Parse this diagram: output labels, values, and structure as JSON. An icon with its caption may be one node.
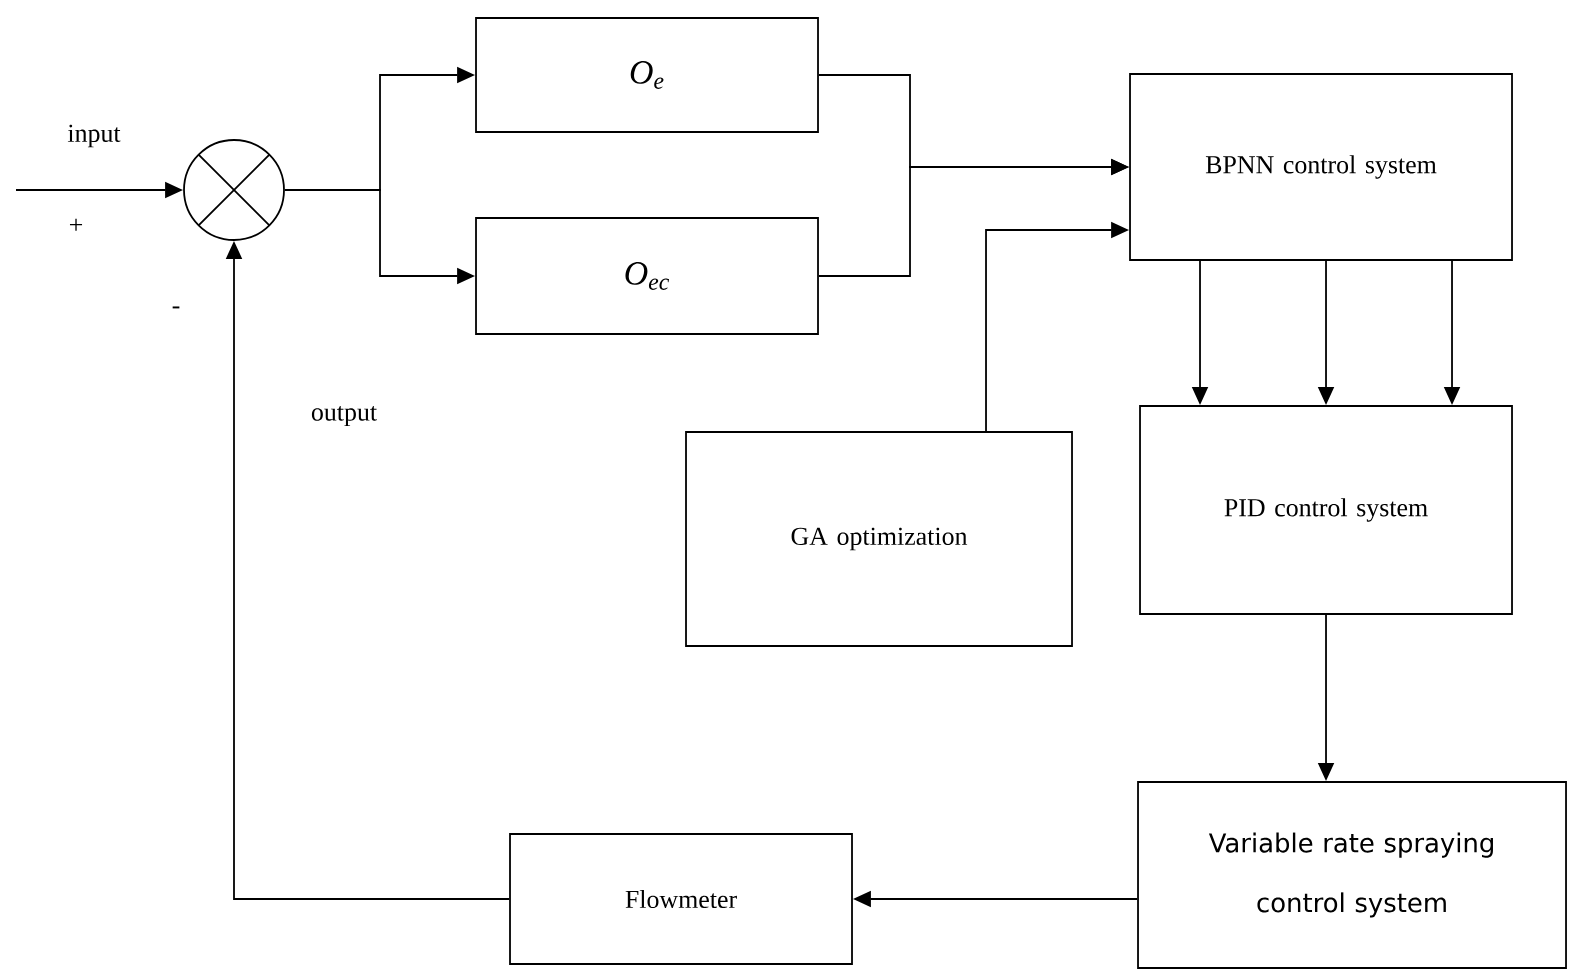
{
  "diagram": {
    "nodes": [
      {
        "text": [],
        "shape": "circle"
      },
      {
        "text": [
          "O$_{e}$"
        ]
      },
      {
        "text": [
          "O$_{ec}$"
        ]
      },
      {
        "text": [
          "BPNN control system"
        ]
      },
      {
        "text": [
          "GA optimization"
        ]
      },
      {
        "text": [
          "PID control system"
        ]
      },
      {
        "text": [
          "Variable rate spraying control system"
        ]
      },
      {
        "text": [
          "Flowmeter"
        ]
      }
    ],
    "edges": [
      {
        "from": null,
        "to": 0,
        "arrow": "to"
      },
      {
        "from": 0,
        "to": 1,
        "arrow": "to"
      },
      {
        "from": 0,
        "to": 2,
        "arrow": "to"
      },
      {
        "from": 1,
        "to": 3,
        "arrow": "to"
      },
      {
        "from": 2,
        "to": 3,
        "arrow": "to"
      },
      {
        "from": 4,
        "to": 3,
        "arrow": "to"
      },
      {
        "from": 3,
        "to": 5,
        "arrow": "to"
      },
      {
        "from": 3,
        "to": 5,
        "arrow": "to"
      },
      {
        "from": 3,
        "to": 5,
        "arrow": "to"
      },
      {
        "from": 5,
        "to": 6,
        "arrow": "to"
      },
      {
        "from": 6,
        "to": 7,
        "arrow": "to"
      },
      {
        "from": 7,
        "to": 0,
        "arrow": "to"
      }
    ],
    "labels": [
      "input",
      "+",
      "-",
      "output"
    ]
  }
}
